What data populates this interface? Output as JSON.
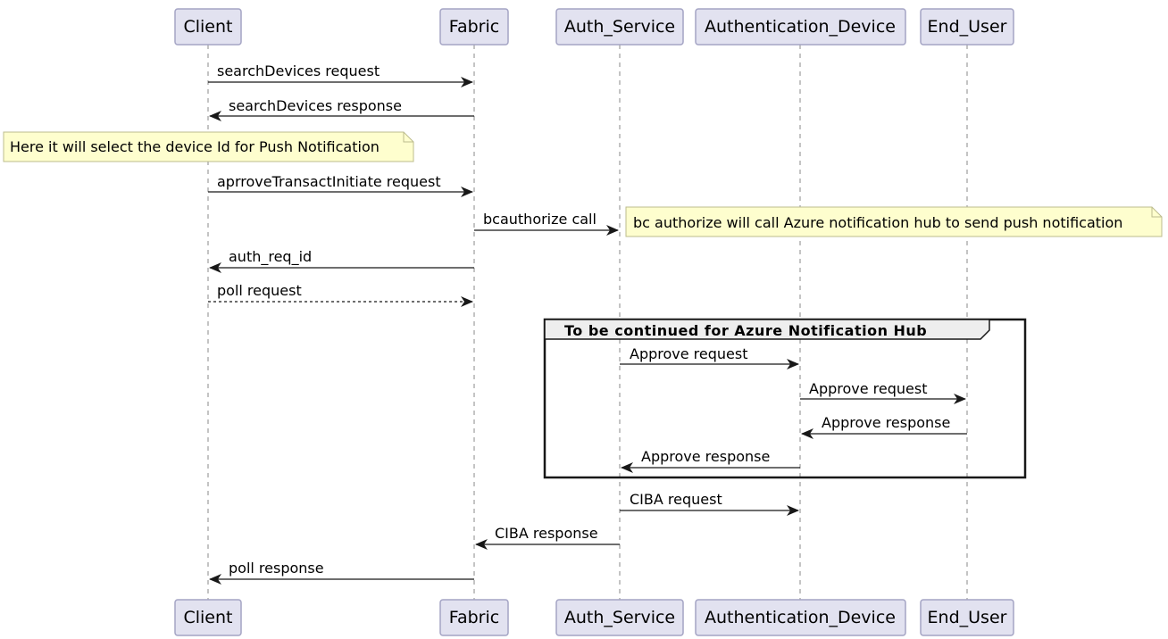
{
  "participants": [
    {
      "id": "client",
      "label": "Client"
    },
    {
      "id": "fabric",
      "label": "Fabric"
    },
    {
      "id": "auth_service",
      "label": "Auth_Service"
    },
    {
      "id": "authentication_device",
      "label": "Authentication_Device"
    },
    {
      "id": "end_user",
      "label": "End_User"
    }
  ],
  "messages": [
    {
      "from": "client",
      "to": "fabric",
      "label": "searchDevices request",
      "style": "solid"
    },
    {
      "from": "fabric",
      "to": "client",
      "label": "searchDevices response",
      "style": "solid"
    },
    {
      "from": "client",
      "to": "fabric",
      "label": "aprroveTransactInitiate request",
      "style": "solid"
    },
    {
      "from": "fabric",
      "to": "auth_service",
      "label": "bcauthorize call",
      "style": "solid"
    },
    {
      "from": "fabric",
      "to": "client",
      "label": "auth_req_id",
      "style": "solid"
    },
    {
      "from": "client",
      "to": "fabric",
      "label": "poll request",
      "style": "dotted"
    },
    {
      "from": "auth_service",
      "to": "authentication_device",
      "label": "Approve request",
      "style": "solid"
    },
    {
      "from": "authentication_device",
      "to": "end_user",
      "label": "Approve request",
      "style": "solid"
    },
    {
      "from": "end_user",
      "to": "authentication_device",
      "label": "Approve response",
      "style": "solid"
    },
    {
      "from": "authentication_device",
      "to": "auth_service",
      "label": "Approve response",
      "style": "solid"
    },
    {
      "from": "auth_service",
      "to": "authentication_device",
      "label": "CIBA request",
      "style": "solid"
    },
    {
      "from": "auth_service",
      "to": "fabric",
      "label": "CIBA response",
      "style": "solid"
    },
    {
      "from": "fabric",
      "to": "client",
      "label": "poll response",
      "style": "solid"
    }
  ],
  "notes": [
    {
      "label": "Here it will select the device Id for Push Notification"
    },
    {
      "label": "bc authorize will call Azure notification hub to send push notification"
    }
  ],
  "group": {
    "label": "To be continued for Azure Notification Hub"
  },
  "colors": {
    "participant_fill": "#e2e2f0",
    "participant_stroke": "#a4a4c4",
    "note_fill": "#fefece",
    "note_stroke": "#bcbc8e",
    "line": "#181818",
    "lifeline": "#888888",
    "group_header_fill": "#eeeeee"
  }
}
